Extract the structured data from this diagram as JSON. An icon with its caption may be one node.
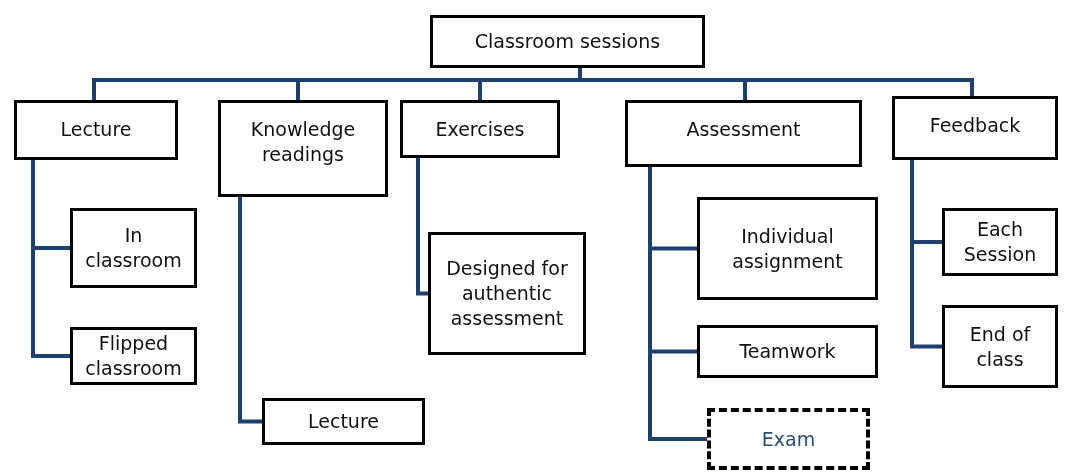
{
  "diagram": {
    "nodes": [
      {
        "text": [
          "Classroom sessions"
        ]
      },
      {
        "text": [
          "Lecture"
        ]
      },
      {
        "text": [
          "Knowledge readings"
        ]
      },
      {
        "text": [
          "Exercises"
        ]
      },
      {
        "text": [
          "Assessment"
        ]
      },
      {
        "text": [
          "Feedback"
        ]
      },
      {
        "text": [
          "In classroom"
        ]
      },
      {
        "text": [
          "Flipped classroom"
        ]
      },
      {
        "text": [
          "Designed for authentic assessment"
        ]
      },
      {
        "text": [
          "Lecture"
        ]
      },
      {
        "text": [
          "Individual assignment"
        ]
      },
      {
        "text": [
          "Teamwork"
        ]
      },
      {
        "text": [
          "Exam"
        ]
      },
      {
        "text": [
          "Each Session"
        ]
      },
      {
        "text": [
          "End of class"
        ]
      }
    ],
    "edges": [
      {
        "from": 0,
        "to": 1,
        "arrow": "none"
      },
      {
        "from": 0,
        "to": 2,
        "arrow": "none"
      },
      {
        "from": 0,
        "to": 3,
        "arrow": "none"
      },
      {
        "from": 0,
        "to": 4,
        "arrow": "none"
      },
      {
        "from": 0,
        "to": 5,
        "arrow": "none"
      },
      {
        "from": 1,
        "to": 6,
        "arrow": "none"
      },
      {
        "from": 1,
        "to": 7,
        "arrow": "none"
      },
      {
        "from": 2,
        "to": 9,
        "arrow": "none"
      },
      {
        "from": 3,
        "to": 8,
        "arrow": "none"
      },
      {
        "from": 4,
        "to": 10,
        "arrow": "none"
      },
      {
        "from": 4,
        "to": 11,
        "arrow": "none"
      },
      {
        "from": 4,
        "to": 12,
        "arrow": "none"
      },
      {
        "from": 5,
        "to": 13,
        "arrow": "none"
      },
      {
        "from": 5,
        "to": 14,
        "arrow": "none"
      }
    ]
  }
}
